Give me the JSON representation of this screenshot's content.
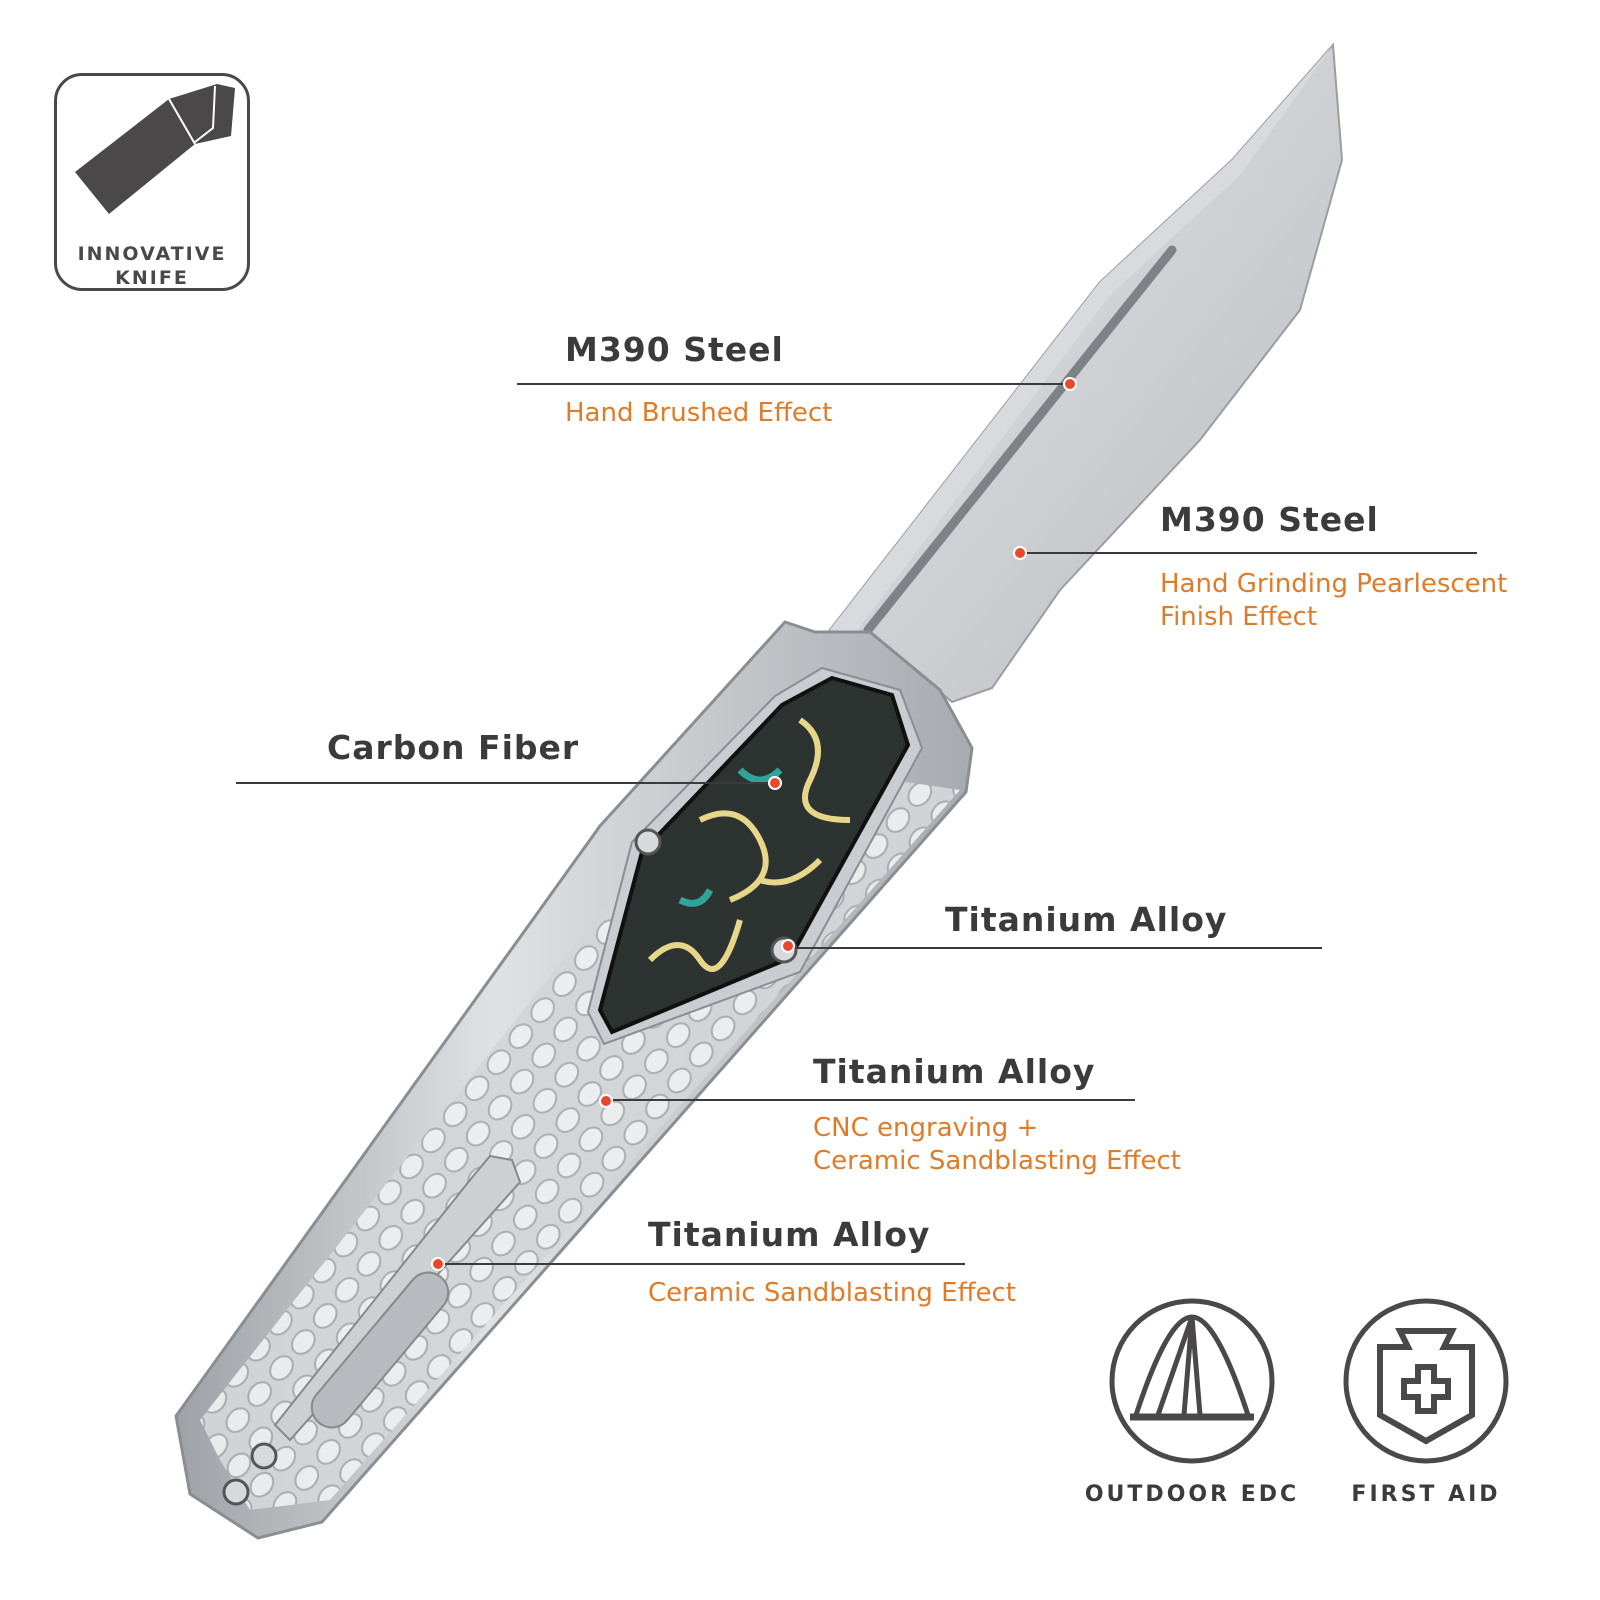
{
  "logo": {
    "icon": "knife-icon",
    "line1": "INNOVATIVE",
    "line2": "KNIFE"
  },
  "callouts": [
    {
      "title": "M390 Steel",
      "subtitle": [
        "Hand Brushed Effect"
      ]
    },
    {
      "title": "M390 Steel",
      "subtitle": [
        "Hand Grinding Pearlescent",
        "Finish Effect"
      ]
    },
    {
      "title": "Carbon Fiber",
      "subtitle": []
    },
    {
      "title": "Titanium Alloy",
      "subtitle": []
    },
    {
      "title": "Titanium Alloy",
      "subtitle": [
        "CNC engraving +",
        "Ceramic Sandblasting Effect"
      ]
    },
    {
      "title": "Titanium Alloy",
      "subtitle": [
        "Ceramic Sandblasting Effect"
      ]
    }
  ],
  "badges": [
    {
      "icon": "tent-icon",
      "label": "OUTDOOR EDC"
    },
    {
      "icon": "first-aid-shield-icon",
      "label": "FIRST AID"
    }
  ],
  "colors": {
    "text": "#3b3b3b",
    "accent": "#e07b28",
    "dot": "#e8492c"
  }
}
